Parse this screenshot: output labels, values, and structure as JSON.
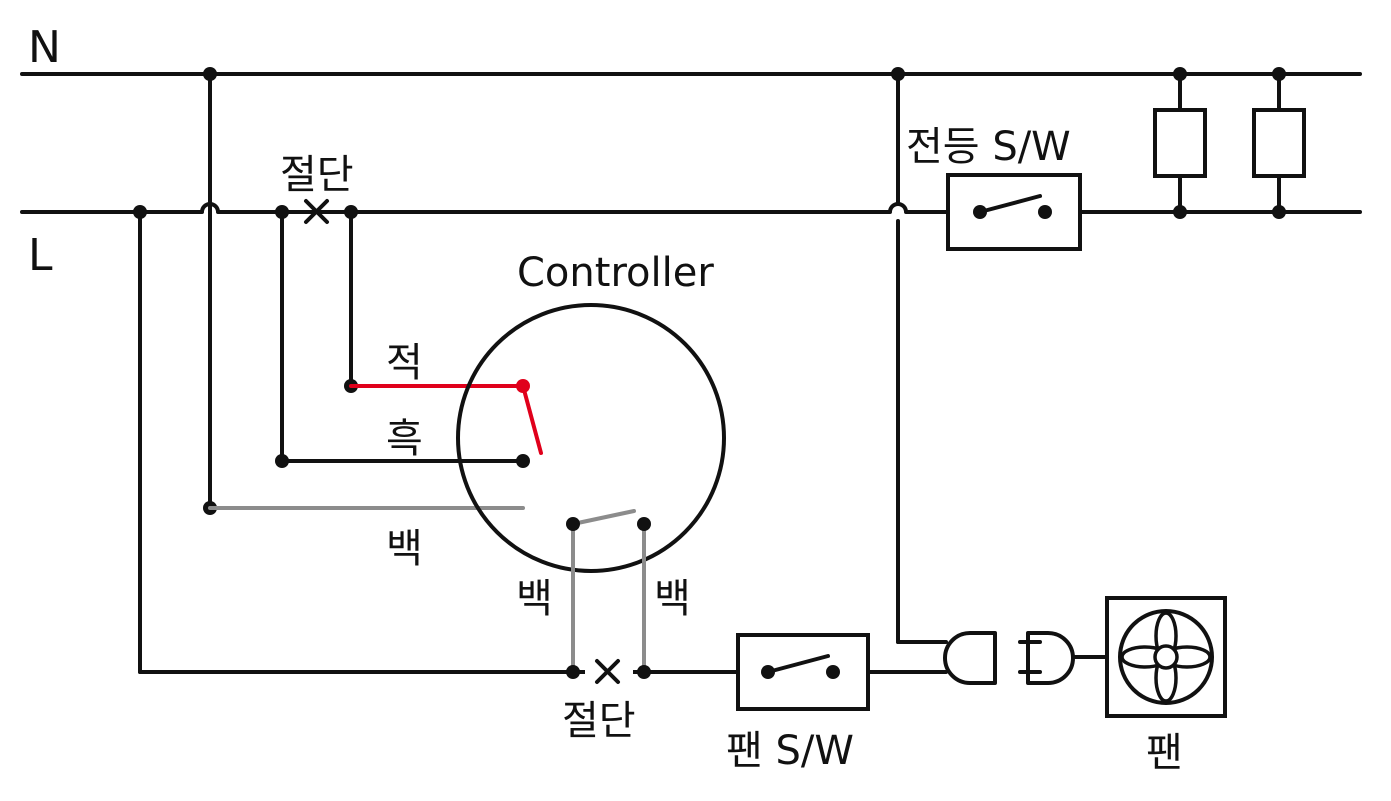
{
  "labels": {
    "neutral": "N",
    "line": "L",
    "cut_top": "절단",
    "cut_bottom": "절단",
    "controller": "Controller",
    "wire_red": "적",
    "wire_black": "흑",
    "wire_white_left": "백",
    "wire_white_mid": "백",
    "wire_white_right": "백",
    "light_switch": "전등 S/W",
    "fan_switch": "팬 S/W",
    "fan": "팬"
  },
  "colors": {
    "wire": "#111111",
    "red_wire": "#e0001b",
    "white_wire": "#8c8c8c"
  }
}
